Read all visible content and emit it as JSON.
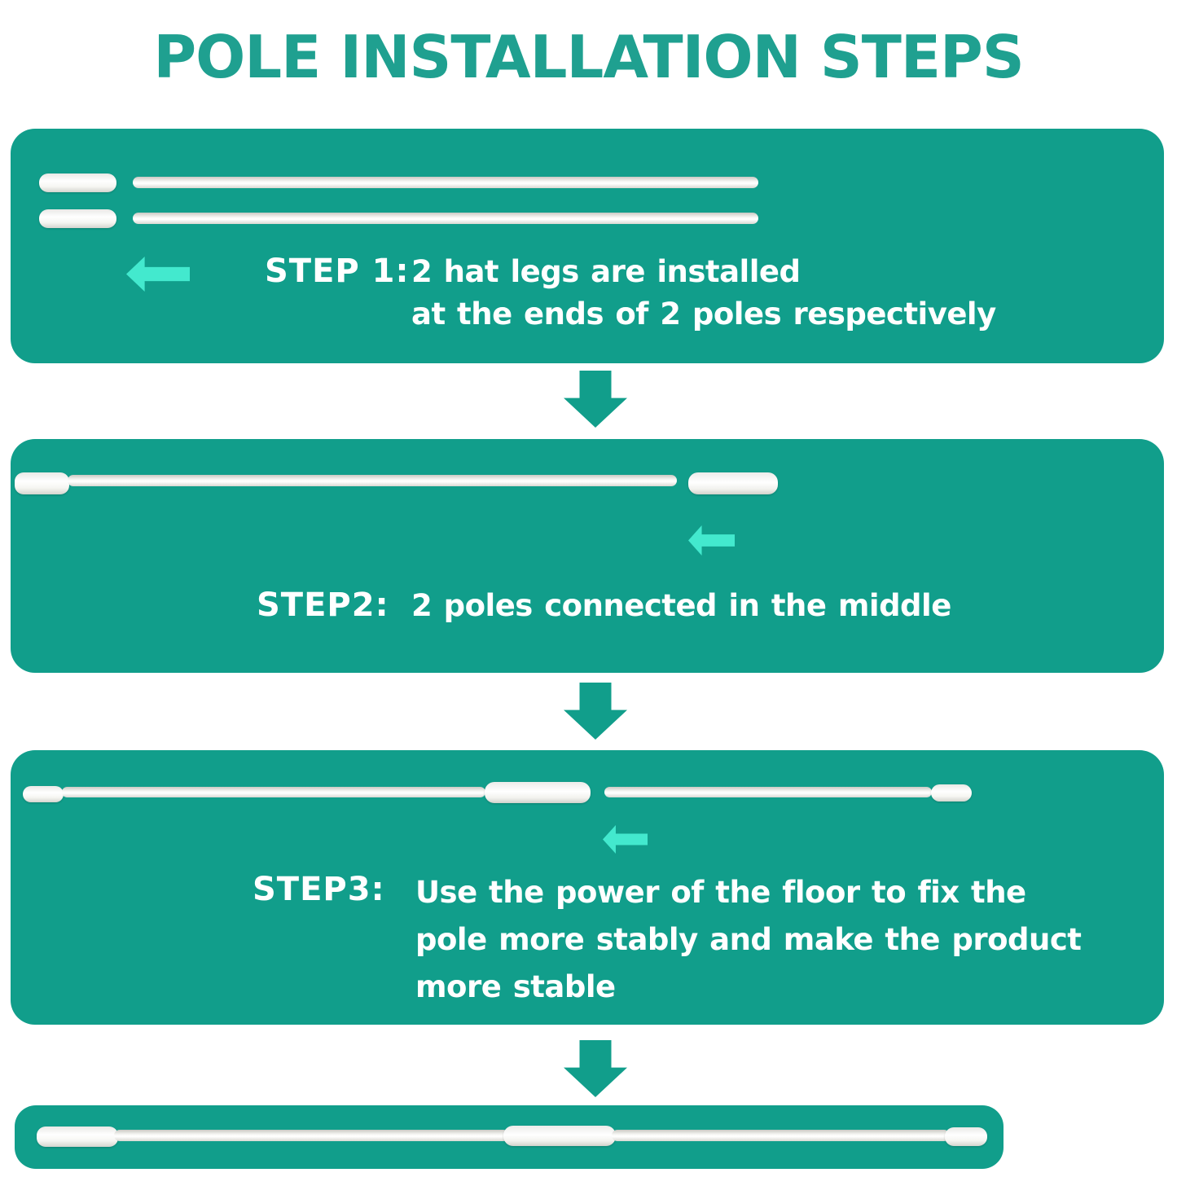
{
  "title": "POLE INSTALLATION STEPS",
  "colors": {
    "panel": "#119e8b",
    "arrow": "#119e8b",
    "title": "#1fa090",
    "accent": "#43e9ce",
    "text": "#ffffff"
  },
  "steps": [
    {
      "label": "STEP 1:",
      "lines": [
        "2 hat legs are installed",
        "at the ends of 2 poles respectively"
      ]
    },
    {
      "label": "STEP2:",
      "lines": [
        "2 poles connected in the middle"
      ]
    },
    {
      "label": "STEP3:",
      "lines": [
        "Use the power of the floor to fix the",
        "pole more stably and make the product",
        "more stable"
      ]
    }
  ],
  "icons": {
    "left_arrow": "left-arrow",
    "down_arrow": "down-arrow"
  }
}
